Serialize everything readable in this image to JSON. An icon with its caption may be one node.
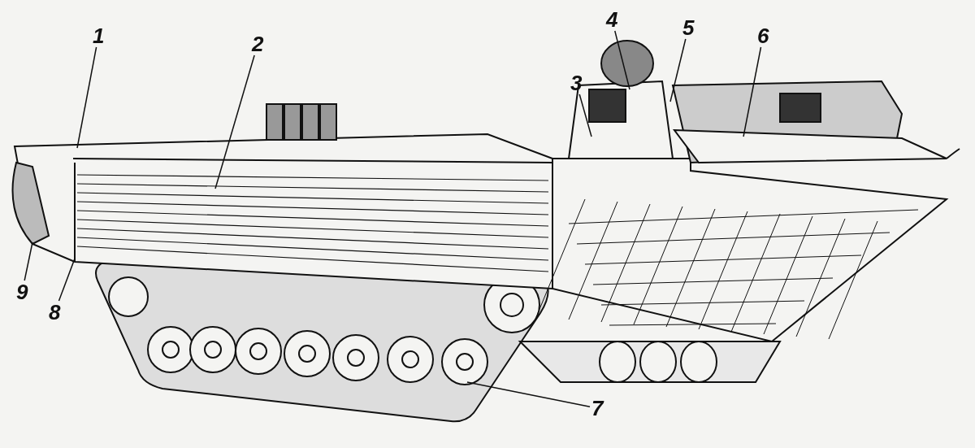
{
  "diagram": {
    "nodes": [
      {
        "text": [
          "1"
        ]
      },
      {
        "text": [
          "2"
        ]
      },
      {
        "text": [
          "3"
        ]
      },
      {
        "text": [
          "4"
        ]
      },
      {
        "text": [
          "5"
        ]
      },
      {
        "text": [
          "6"
        ]
      },
      {
        "text": [
          "7"
        ]
      },
      {
        "text": [
          "8"
        ]
      },
      {
        "text": [
          "9"
        ]
      }
    ],
    "edges": [
      {
        "from": 0,
        "to": null,
        "arrow": "none"
      },
      {
        "from": 1,
        "to": null,
        "arrow": "none"
      },
      {
        "from": 2,
        "to": null,
        "arrow": "none"
      },
      {
        "from": 3,
        "to": null,
        "arrow": "none"
      },
      {
        "from": 4,
        "to": null,
        "arrow": "none"
      },
      {
        "from": 5,
        "to": null,
        "arrow": "none"
      },
      {
        "from": 6,
        "to": null,
        "arrow": "none"
      },
      {
        "from": 7,
        "to": null,
        "arrow": "none"
      },
      {
        "from": 8,
        "to": null,
        "arrow": "none"
      }
    ]
  }
}
